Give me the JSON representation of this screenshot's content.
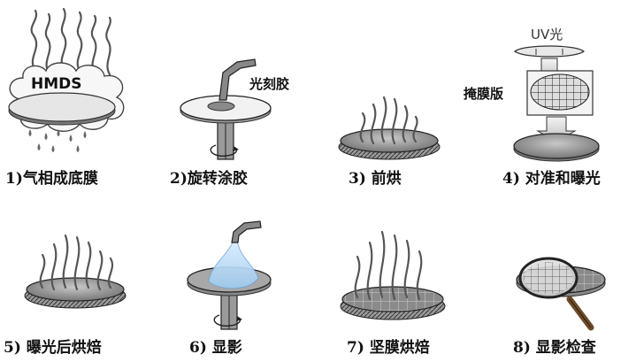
{
  "steps": [
    {
      "caption": "1)气相成底膜"
    },
    {
      "caption": "2)旋转涂胶"
    },
    {
      "caption": "3) 前烘"
    },
    {
      "caption": "4) 对准和曝光"
    },
    {
      "caption": "5) 曝光后烘焙"
    },
    {
      "caption": "6) 显影"
    },
    {
      "caption": "7) 坚膜烘焙"
    },
    {
      "caption": "8)  显影检查"
    }
  ],
  "labels": {
    "hmds": "HMDS",
    "photoresist": "光刻胶",
    "uv_light": "UV光",
    "mask": "掩膜版"
  }
}
